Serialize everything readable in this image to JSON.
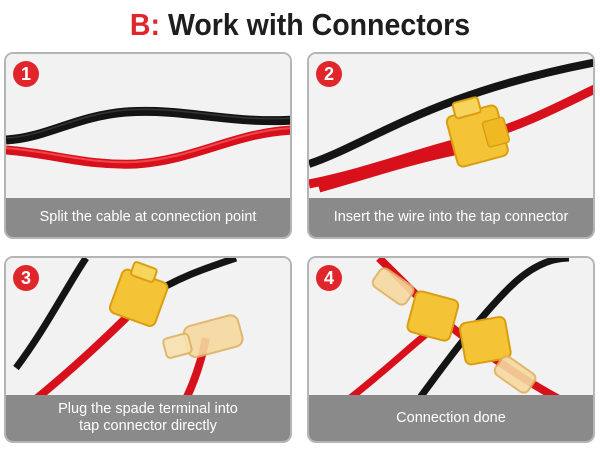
{
  "header": {
    "prefix": "B:",
    "title": "Work with Connectors"
  },
  "colors": {
    "accent": "#e0262b",
    "wire_red": "#d8101c",
    "wire_black": "#141414",
    "connector_yellow": "#f5c436",
    "caption_bg": "#8a8a8a"
  },
  "panels": [
    {
      "number": "1",
      "caption": "Split the cable at connection point"
    },
    {
      "number": "2",
      "caption": "Insert the wire into the tap connector"
    },
    {
      "number": "3",
      "caption": "Plug the spade terminal into\ntap connector directly"
    },
    {
      "number": "4",
      "caption": "Connection done"
    }
  ]
}
